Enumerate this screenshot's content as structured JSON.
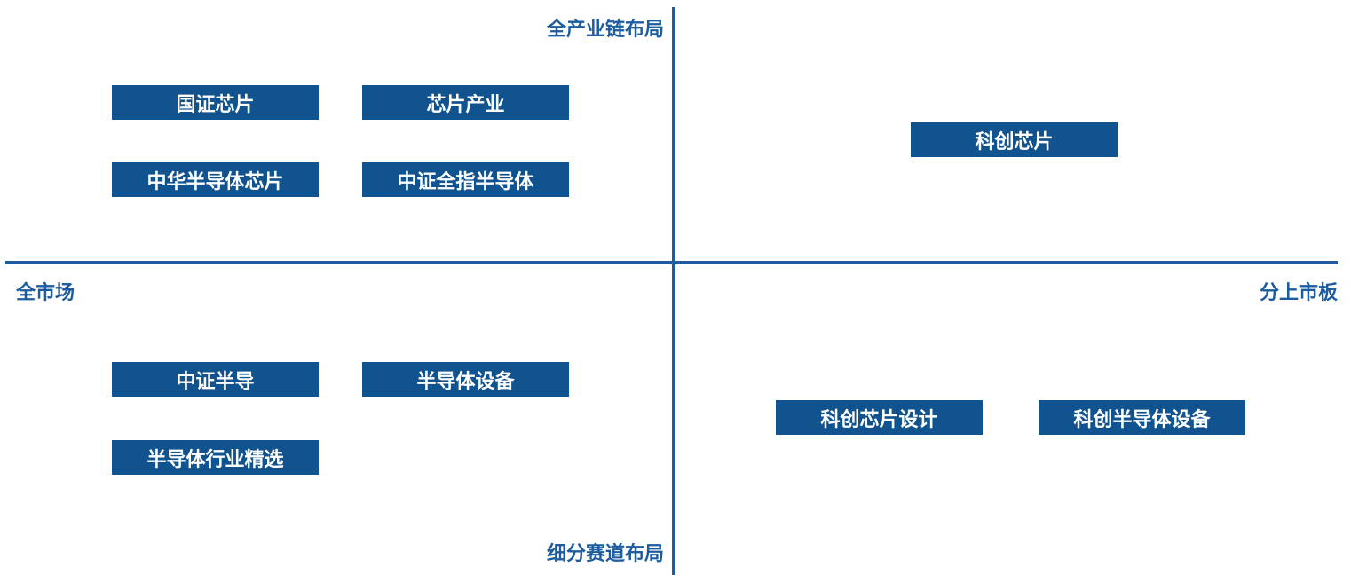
{
  "diagram": {
    "axis_labels": {
      "top": "全产业链布局",
      "bottom": "细分赛道布局",
      "left": "全市场",
      "right": "分上市板"
    },
    "quadrants": {
      "top_left": {
        "boxes": [
          "国证芯片",
          "芯片产业",
          "中华半导体芯片",
          "中证全指半导体"
        ]
      },
      "top_right": {
        "boxes": [
          "科创芯片"
        ]
      },
      "bottom_left": {
        "boxes": [
          "中证半导",
          "半导体设备",
          "半导体行业精选"
        ]
      },
      "bottom_right": {
        "boxes": [
          "科创芯片设计",
          "科创半导体设备"
        ]
      }
    },
    "colors": {
      "axis_blue": "#1D5C9E",
      "box_fill": "#11538E",
      "box_border": "#FFFFFF",
      "box_text": "#FFFFFF",
      "background": "#FFFFFF"
    }
  }
}
